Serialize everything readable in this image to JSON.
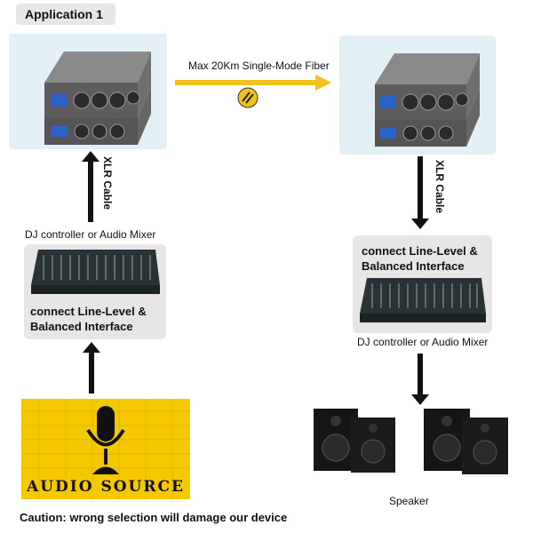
{
  "application_tag": "Application 1",
  "fiber_label": "Max 20Km Single-Mode Fiber",
  "cable_left": "XLR Cable",
  "cable_right": "XLR Cable",
  "mixer_left": {
    "caption": "DJ controller or Audio Mixer",
    "note_line1": "connect  Line-Level &",
    "note_line2": "Balanced Interface"
  },
  "mixer_right": {
    "note_line1": "connect  Line-Level &",
    "note_line2": "Balanced Interface",
    "caption": "DJ controller or Audio Mixer"
  },
  "audio_source_text": "AUDIO SOURCE",
  "speaker_label": "Speaker",
  "caution": "Caution:  wrong selection will damage our device",
  "colors": {
    "fiber": "#f1c21b",
    "panel_blue": "#e3f0f6",
    "panel_gray": "#e6e6e6",
    "audio_source_bg": "#f5c800"
  },
  "icons": [
    "fiber-link-icon",
    "microphone-icon"
  ]
}
